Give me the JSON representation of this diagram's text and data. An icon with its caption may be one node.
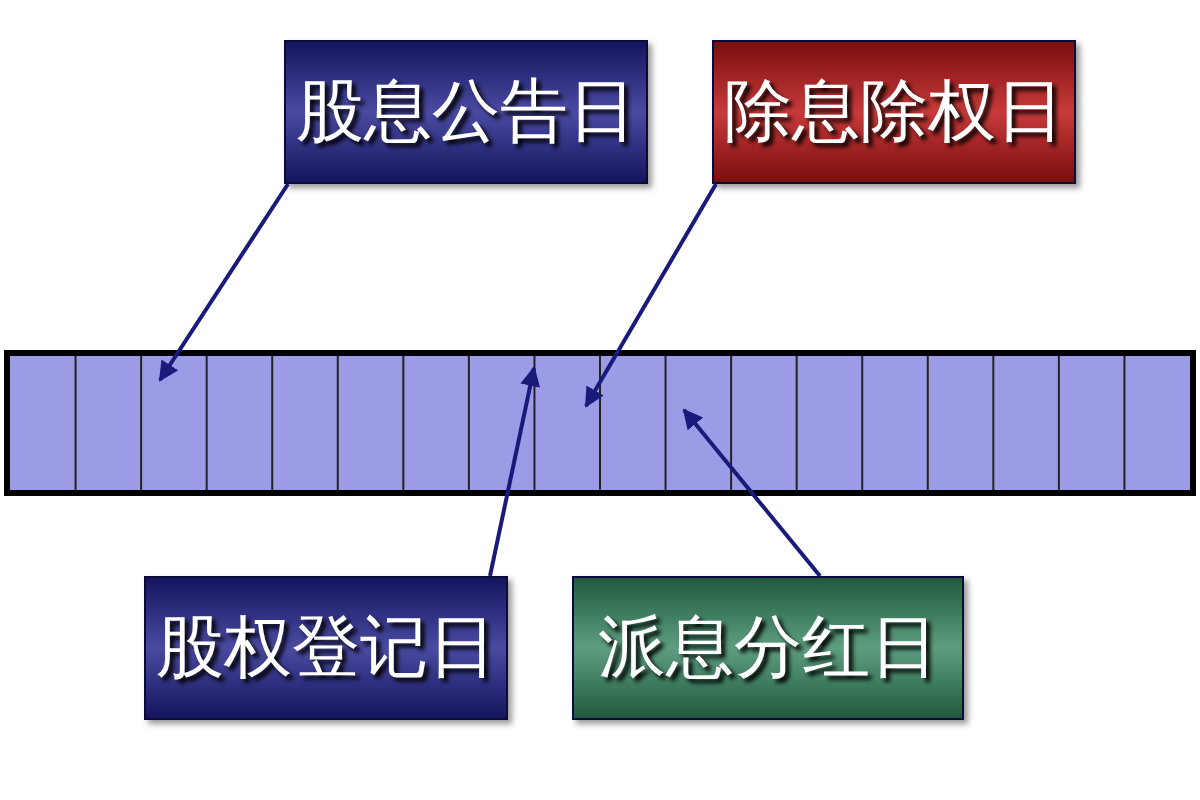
{
  "diagram": {
    "nodes": [
      {
        "text": [
          "股息公告日"
        ]
      },
      {
        "text": [
          "除息除权日"
        ]
      },
      {
        "text": [],
        "shape": "bar"
      },
      {
        "text": [
          "股权登记日"
        ]
      },
      {
        "text": [
          "派息分红日"
        ]
      }
    ],
    "edges": [
      {
        "from": 0,
        "to": 2,
        "arrow": "to"
      },
      {
        "from": 1,
        "to": 2,
        "arrow": "to"
      },
      {
        "from": 3,
        "to": 2,
        "arrow": "to"
      },
      {
        "from": 4,
        "to": 2,
        "arrow": "to"
      }
    ]
  }
}
